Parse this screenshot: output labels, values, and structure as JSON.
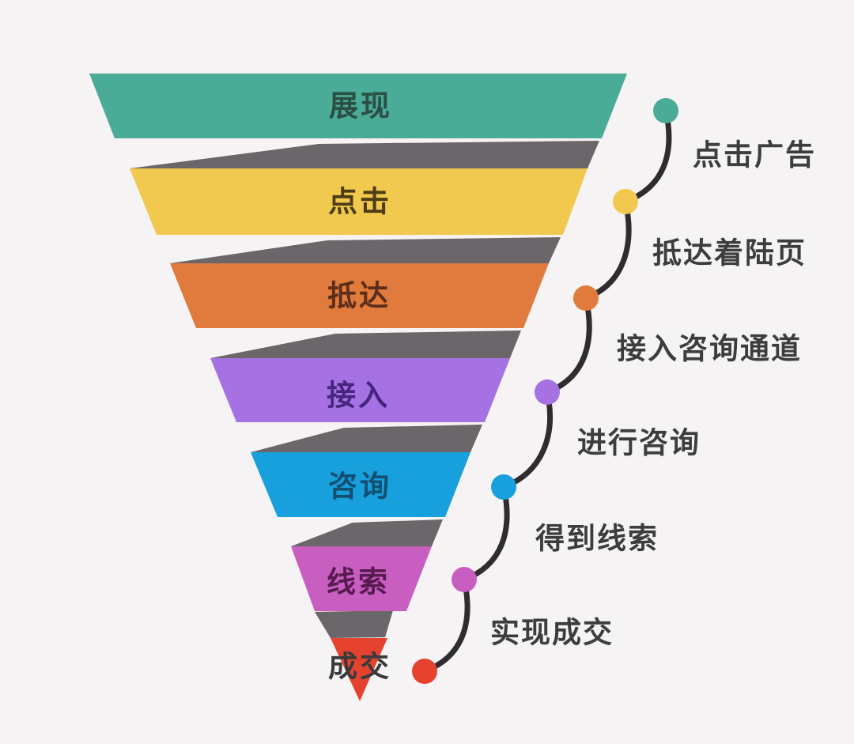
{
  "background_color": "#f6f3f5",
  "connector_color": "#6a666a",
  "curve_color": "#2e2c2e",
  "annotation_color": "#3d3d3d",
  "funnel": {
    "stages": [
      {
        "label": "展现",
        "color": "#4aab96",
        "label_color": "#2c4f45"
      },
      {
        "label": "点击",
        "color": "#f0c94e",
        "label_color": "#4e3d14"
      },
      {
        "label": "抵达",
        "color": "#e07a3d",
        "label_color": "#5c2e1a"
      },
      {
        "label": "接入",
        "color": "#a571e3",
        "label_color": "#46257d"
      },
      {
        "label": "咨询",
        "color": "#17a0dc",
        "label_color": "#124f73"
      },
      {
        "label": "线索",
        "color": "#c75ec0",
        "label_color": "#571b4f"
      },
      {
        "label": "成交",
        "color": "#e5432f",
        "label_color": "#3a3a3a"
      }
    ]
  },
  "annotations": [
    {
      "label": "点击广告"
    },
    {
      "label": "抵达着陆页"
    },
    {
      "label": "接入咨询通道"
    },
    {
      "label": "进行咨询"
    },
    {
      "label": "得到线索"
    },
    {
      "label": "实现成交"
    }
  ]
}
